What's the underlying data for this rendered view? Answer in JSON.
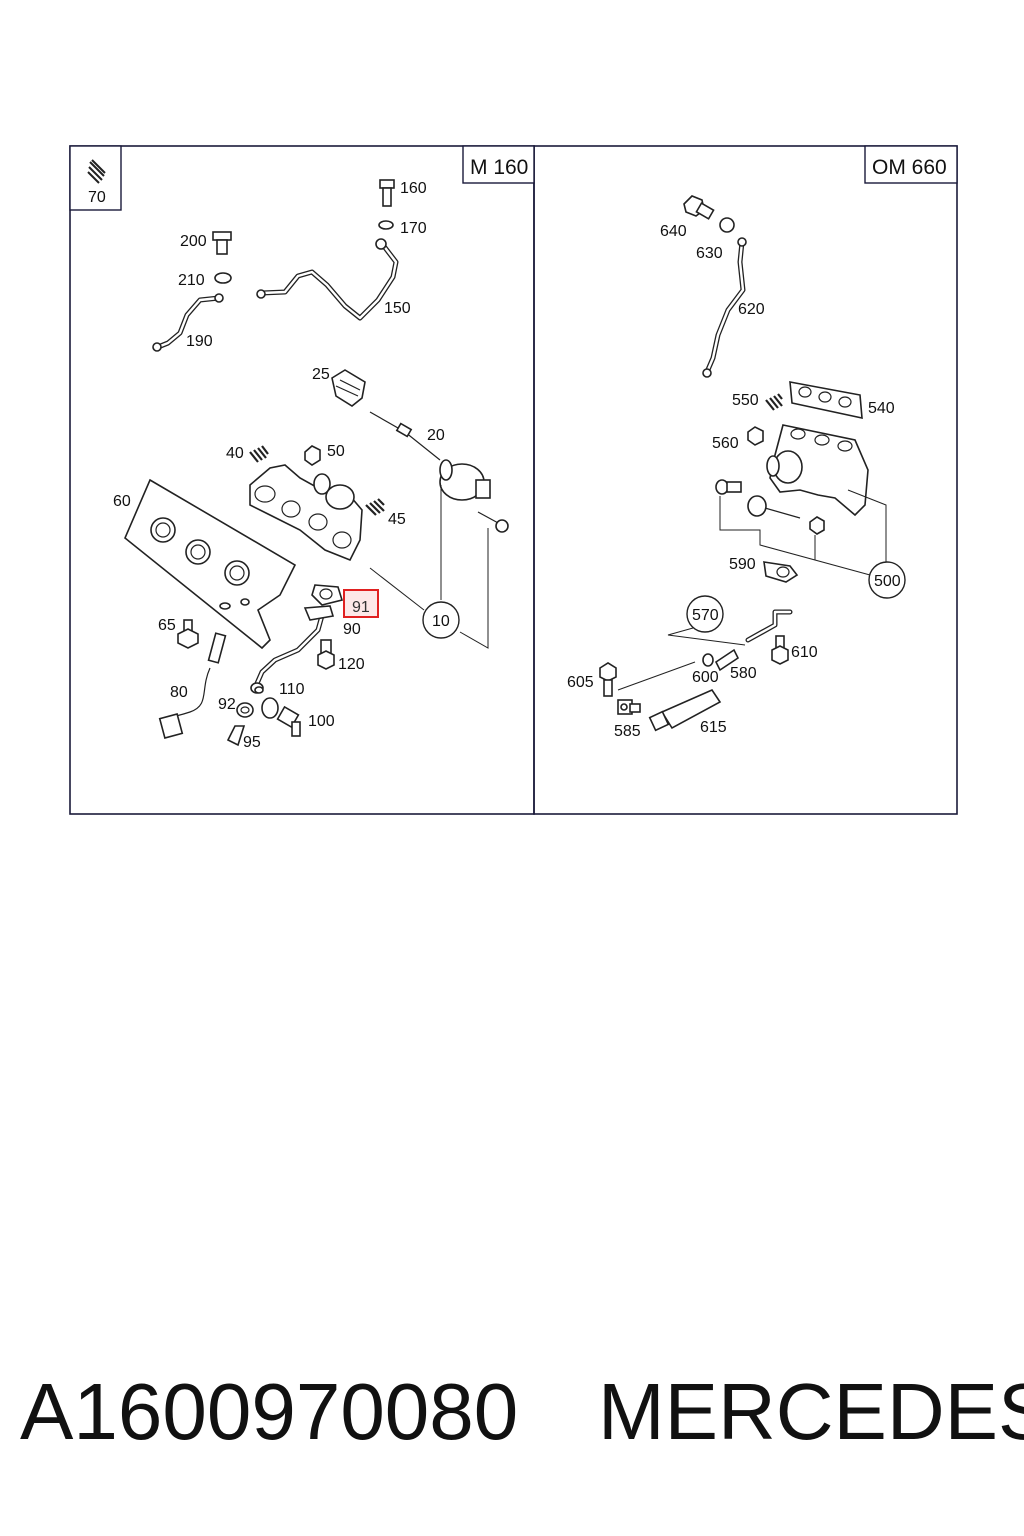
{
  "panels": {
    "left": {
      "title": "M 160",
      "corner_label": "70"
    },
    "right": {
      "title": "OM 660"
    }
  },
  "labels_left": {
    "l10": "10",
    "l20": "20",
    "l25": "25",
    "l40": "40",
    "l45": "45",
    "l50": "50",
    "l60": "60",
    "l65": "65",
    "l80": "80",
    "l90": "90",
    "l91": "91",
    "l92": "92",
    "l95": "95",
    "l100": "100",
    "l110": "110",
    "l120": "120",
    "l150": "150",
    "l160": "160",
    "l170": "170",
    "l190": "190",
    "l200": "200",
    "l210": "210"
  },
  "labels_right": {
    "l500": "500",
    "l540": "540",
    "l550": "550",
    "l560": "560",
    "l570": "570",
    "l580": "580",
    "l585": "585",
    "l590": "590",
    "l600": "600",
    "l605": "605",
    "l610": "610",
    "l615": "615",
    "l620": "620",
    "l630": "630",
    "l640": "640"
  },
  "highlight": {
    "color": "#e02020"
  },
  "footer": {
    "part_number": "A1600970080",
    "brand": "MERCEDES"
  }
}
